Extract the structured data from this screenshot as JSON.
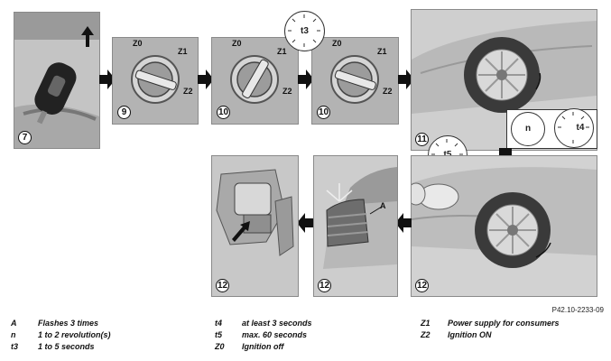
{
  "figure_code": "P42.10-2233-09",
  "steps": {
    "s7": "7",
    "s9": "9",
    "s10a": "10",
    "s10b": "10",
    "s11": "11",
    "s12a": "12",
    "s12b": "12",
    "s12c": "12"
  },
  "switch_labels": {
    "z0": "Z0",
    "z1": "Z1",
    "z2": "Z2"
  },
  "dials": {
    "t3": "t3",
    "t4": "t4",
    "t5": "t5",
    "n": "n"
  },
  "callout_a": "A",
  "legend": {
    "col1": [
      {
        "key": "A",
        "text": "Flashes 3 times"
      },
      {
        "key": "n",
        "text": "1 to 2 revolution(s)"
      },
      {
        "key": "t3",
        "text": "1 to 5 seconds"
      }
    ],
    "col2": [
      {
        "key": "t4",
        "text": "at least 3 seconds"
      },
      {
        "key": "t5",
        "text": "max. 60 seconds"
      },
      {
        "key": "Z0",
        "text": "Ignition off"
      }
    ],
    "col3": [
      {
        "key": "Z1",
        "text": "Power supply for consumers"
      },
      {
        "key": "Z2",
        "text": "Ignition ON"
      }
    ]
  }
}
